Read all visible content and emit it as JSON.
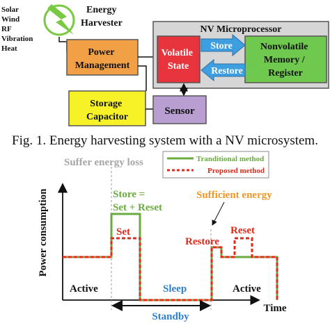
{
  "figure": {
    "sources": [
      "Solar",
      "Wind",
      "RF",
      "Vibration",
      "Heat"
    ],
    "energy_harvester": [
      "Energy",
      "Harvester"
    ],
    "power_management": [
      "Power",
      "Management"
    ],
    "storage_capacitor": [
      "Storage",
      "Capacitor"
    ],
    "sensor": "Sensor",
    "nv_microprocessor": "NV Microprocessor",
    "volatile_state": [
      "Volatile",
      "State"
    ],
    "nv_memory": [
      "Nonvolatile",
      "Memory /",
      "Register"
    ],
    "store_label": "Store",
    "restore_label": "Restore",
    "caption": "Fig. 1. Energy harvesting system with a NV microsystem.",
    "colors": {
      "power_fill": "#f2a046",
      "storage_fill": "#f7f227",
      "sensor_fill": "#b99ed1",
      "volatile_fill": "#e8343d",
      "nvm_fill": "#6ec94e",
      "arrow_fill": "#3d9fe0",
      "processor_fill": "#d6d6d6",
      "lightning": "#7ac943"
    }
  },
  "chart_data": {
    "type": "line",
    "ylabel": "Power consumption",
    "xlabel": "Time",
    "series": [
      {
        "name": "Tranditional method",
        "color": "#6aaa40"
      },
      {
        "name": "Proposed method",
        "color": "#e02a1a"
      }
    ],
    "annotations": {
      "suffer": "Suffer energy loss",
      "store": [
        "Store =",
        "Set + Reset"
      ],
      "set": "Set",
      "sufficient": "Sufficient energy",
      "restore": "Restore",
      "reset": "Reset",
      "active1": "Active",
      "sleep": "Sleep",
      "active2": "Active",
      "standby": "Standby"
    },
    "colors": {
      "suffer": "#a6a6a6",
      "store": "#6aaa40",
      "set": "#e02a1a",
      "sufficient": "#f29624",
      "restore": "#e02a1a",
      "reset": "#e02a1a",
      "sleep": "#2f7fd0",
      "standby": "#2f7fd0"
    }
  }
}
